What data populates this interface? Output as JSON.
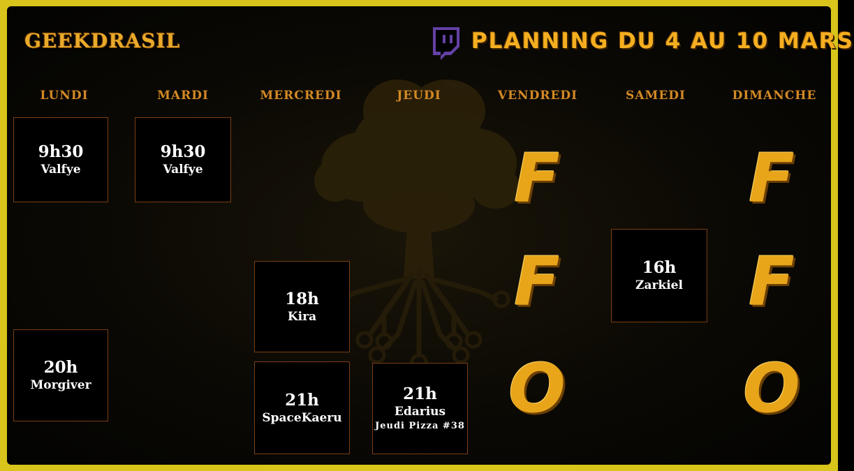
{
  "brand": {
    "logo_text": "GEEKDRASIL"
  },
  "header": {
    "title": "PLANNING DU 4 AU 10 MARS"
  },
  "icons": {
    "platform": "twitch-icon",
    "background": "tree-circuit-icon"
  },
  "colors": {
    "accent": "#e8a51a",
    "day_label": "#d48925",
    "border": "#7a3f14",
    "frame": "#d8c41a",
    "twitch": "#6441a5"
  },
  "days": [
    "LUNDI",
    "MARDI",
    "MERCREDI",
    "JEUDI",
    "VENDREDI",
    "SAMEDI",
    "DIMANCHE"
  ],
  "slots": [
    {
      "day": "LUNDI",
      "time": "9h30",
      "name": "Valfye",
      "extra": ""
    },
    {
      "day": "LUNDI",
      "time": "20h",
      "name": "Morgiver",
      "extra": ""
    },
    {
      "day": "MARDI",
      "time": "9h30",
      "name": "Valfye",
      "extra": ""
    },
    {
      "day": "MERCREDI",
      "time": "18h",
      "name": "Kira",
      "extra": ""
    },
    {
      "day": "MERCREDI",
      "time": "21h",
      "name": "SpaceKaeru",
      "extra": ""
    },
    {
      "day": "JEUDI",
      "time": "21h",
      "name": "Edarius",
      "extra": "Jeudi Pizza #38"
    },
    {
      "day": "SAMEDI",
      "time": "16h",
      "name": "Zarkiel",
      "extra": ""
    }
  ],
  "off_letters": {
    "vendredi": [
      "F",
      "F",
      "O"
    ],
    "dimanche": [
      "F",
      "F",
      "O"
    ]
  }
}
